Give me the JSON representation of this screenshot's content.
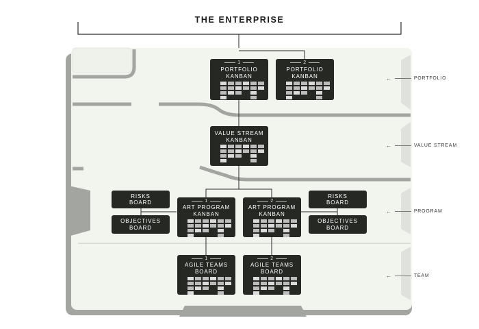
{
  "title": "THE ENTERPRISE",
  "levels": [
    {
      "label": "PORTFOLIO"
    },
    {
      "label": "VALUE STREAM"
    },
    {
      "label": "PROGRAM"
    },
    {
      "label": "TEAM"
    }
  ],
  "boards": {
    "portfolio_1": {
      "num": "1",
      "line1": "PORTFOLIO",
      "line2": "KANBAN"
    },
    "portfolio_2": {
      "num": "2",
      "line1": "PORTFOLIO",
      "line2": "KANBAN"
    },
    "value_stream": {
      "line1": "VALUE STREAM",
      "line2": "KANBAN"
    },
    "art_1": {
      "num": "1",
      "line1": "ART PROGRAM",
      "line2": "KANBAN"
    },
    "art_2": {
      "num": "2",
      "line1": "ART PROGRAM",
      "line2": "KANBAN"
    },
    "team_1": {
      "num": "1",
      "line1": "AGILE TEAMS",
      "line2": "BOARD"
    },
    "team_2": {
      "num": "2",
      "line1": "AGILE TEAMS",
      "line2": "BOARD"
    }
  },
  "side_boards": {
    "risks_left": {
      "line1": "RISKS",
      "line2": "BOARD"
    },
    "objectives_left": {
      "line1": "OBJECTIVES",
      "line2": "BOARD"
    },
    "risks_right": {
      "line1": "RISKS",
      "line2": "BOARD"
    },
    "objectives_right": {
      "line1": "OBJECTIVES",
      "line2": "BOARD"
    }
  },
  "colors": {
    "board": "#262824",
    "background_panel": "#f1f5ee",
    "rail": "#9ea09b"
  }
}
